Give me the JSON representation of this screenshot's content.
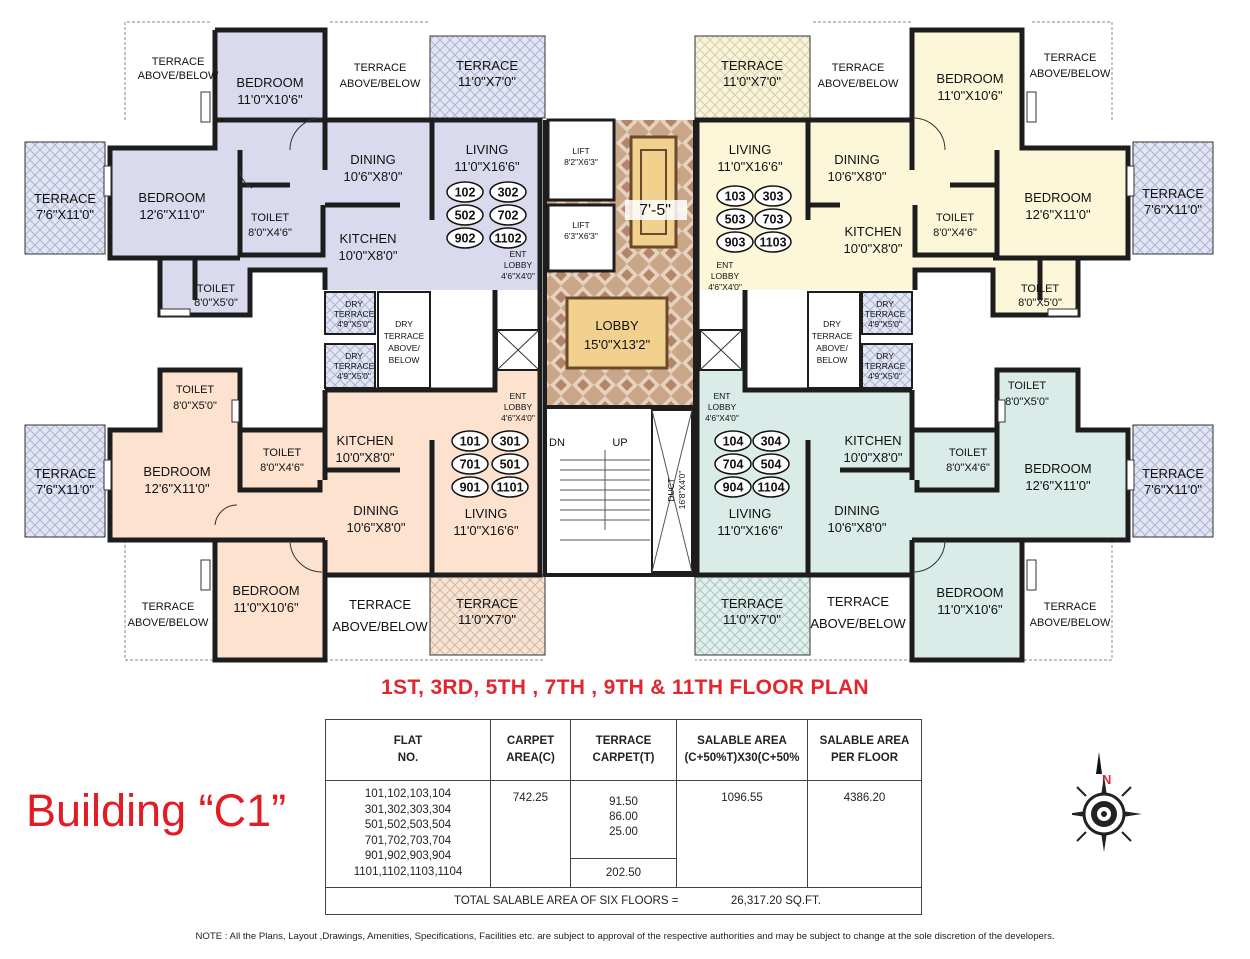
{
  "plan": {
    "colors": {
      "purple": "#dadaee",
      "peach": "#fce2cf",
      "yellow": "#fdf7d9",
      "mint": "#d9ece8",
      "lobby": "#c7a082",
      "terrace_hatch": "#cfd3ea",
      "wall": "#1d1d1d"
    },
    "labels": {
      "tl_terrace_above": "TERRACE ABOVE/BELOW",
      "tl_bedroom1": "BEDROOM",
      "tl_bedroom1_dim": "11'0\"X10'6\"",
      "tl_terrace_above2": "TERRACE ABOVE/BELOW",
      "tl_terrace_top": "TERRACE",
      "tl_terrace_top_dim": "11'0\"X7'0\"",
      "tl_terrace_left": "TERRACE",
      "tl_terrace_left_dim": "7'6\"X11'0\"",
      "tl_bedroom2": "BEDROOM",
      "tl_bedroom2_dim": "12'6\"X11'0\"",
      "tl_dining": "DINING",
      "tl_dining_dim": "10'6\"X8'0\"",
      "tl_living": "LIVING",
      "tl_living_dim": "11'0\"X16'6\"",
      "tl_toilet1": "TOILET",
      "tl_toilet1_dim": "8'0\"X4'6\"",
      "tl_kitchen": "KITCHEN",
      "tl_kitchen_dim": "10'0\"X8'0\"",
      "tl_toilet2": "TOILET",
      "tl_toilet2_dim": "8'0\"X5'0\"",
      "tl_ent": "ENT",
      "tl_lobby": "LOBBY",
      "tl_lobby_dim": "4'6\"X4'0\"",
      "lift1": "LIFT",
      "lift1_dim": "8'2\"X6'3\"",
      "lift2": "LIFT",
      "lift2_dim": "6'3\"X6'3\"",
      "core_dim": "7'-5\"",
      "lobby": "LOBBY",
      "lobby_dim": "15'0\"X13'2\"",
      "dn": "DN",
      "up": "UP",
      "duct": "DUCT",
      "duct_dim": "16'8\"X4'0\"",
      "dry_terrace": "DRY TERRACE",
      "dry_terrace_dim": "4'9\"X5'0\"",
      "dry_terrace_above": "DRY TERRACE ABOVE/ BELOW",
      "tr_terrace_top": "TERRACE",
      "tr_terrace_top_dim": "11'0\"X7'0\"",
      "tr_terrace_above": "TERRACE ABOVE/BELOW",
      "tr_bedroom1": "BEDROOM",
      "tr_bedroom1_dim": "11'0\"X10'6\"",
      "tr_terrace_above2": "TERRACE ABOVE/BELOW",
      "tr_living": "LIVING",
      "tr_living_dim": "11'0\"X16'6\"",
      "tr_dining": "DINING",
      "tr_dining_dim": "10'6\"X8'0\"",
      "tr_bedroom2": "BEDROOM",
      "tr_bedroom2_dim": "12'6\"X11'0\"",
      "tr_terrace_right": "TERRACE",
      "tr_terrace_right_dim": "7'6\"X11'0\"",
      "tr_toilet1": "TOILET",
      "tr_toilet1_dim": "8'0\"X4'6\"",
      "tr_kitchen": "KITCHEN",
      "tr_kitchen_dim": "10'0\"X8'0\"",
      "tr_toilet2": "TOILET",
      "tr_toilet2_dim": "8'0\"X5'0\"",
      "bl_toilet1": "TOILET",
      "bl_toilet1_dim": "8'0\"X5'0\"",
      "bl_kitchen": "KITCHEN",
      "bl_kitchen_dim": "10'0\"X8'0\"",
      "bl_terrace_left": "TERRACE",
      "bl_terrace_left_dim": "7'6\"X11'0\"",
      "bl_bedroom": "BEDROOM",
      "bl_bedroom_dim": "12'6\"X11'0\"",
      "bl_toilet2": "TOILET",
      "bl_toilet2_dim": "8'0\"X4'6\"",
      "bl_dining": "DINING",
      "bl_dining_dim": "10'6\"X8'0\"",
      "bl_living": "LIVING",
      "bl_living_dim": "11'0\"X16'6\"",
      "bl_bedroom2": "BEDROOM",
      "bl_bedroom2_dim": "11'0\"X10'6\"",
      "bl_terrace_above": "TERRACE ABOVE/BELOW",
      "bl_terrace_above2": "TERRACE ABOVE/BELOW",
      "bl_terrace_bottom": "TERRACE",
      "bl_terrace_bottom_dim": "11'0\"X7'0\"",
      "br_toilet1": "TOILET",
      "br_toilet1_dim": "8'0\"X5'0\"",
      "br_kitchen": "KITCHEN",
      "br_kitchen_dim": "10'0\"X8'0\"",
      "br_toilet2": "TOILET",
      "br_toilet2_dim": "8'0\"X4'6\"",
      "br_bedroom": "BEDROOM",
      "br_bedroom_dim": "12'6\"X11'0\"",
      "br_terrace_right": "TERRACE",
      "br_terrace_right_dim": "7'6\"X11'0\"",
      "br_living": "LIVING",
      "br_living_dim": "11'0\"X16'6\"",
      "br_dining": "DINING",
      "br_dining_dim": "10'6\"X8'0\"",
      "br_terrace_bottom": "TERRACE",
      "br_terrace_bottom_dim": "11'0\"X7'0\"",
      "br_terrace_above": "TERRACE ABOVE/BELOW",
      "br_bedroom2": "BEDROOM",
      "br_bedroom2_dim": "11'0\"X10'6\"",
      "br_terrace_above2": "TERRACE ABOVE/BELOW"
    },
    "flats_tl": [
      "102",
      "302",
      "502",
      "702",
      "902",
      "1102"
    ],
    "flats_tr": [
      "103",
      "303",
      "503",
      "703",
      "903",
      "1103"
    ],
    "flats_bl": [
      "101",
      "301",
      "701",
      "501",
      "901",
      "1101"
    ],
    "flats_br": [
      "104",
      "304",
      "704",
      "504",
      "904",
      "1104"
    ]
  },
  "floor_title": "1ST, 3RD, 5TH , 7TH , 9TH & 11TH FLOOR PLAN",
  "building_label": "Building “C1”",
  "table": {
    "headers": [
      "FLAT NO.",
      "CARPET AREA(C)",
      "TERRACE CARPET(T)",
      "SALABLE AREA (C+50%T)X30(C+50%",
      "SALABLE AREA PER FLOOR"
    ],
    "flat_lines": [
      "101,102,103,104",
      "301,302,303,304",
      "501,502,503,504",
      "701,702,703,704",
      "901,902,903,904",
      "1101,1102,1103,1104"
    ],
    "carpet": "742.25",
    "terrace_values": [
      "91.50",
      "86.00",
      "25.00"
    ],
    "terrace_total": "202.50",
    "salable": "1096.55",
    "per_floor": "4386.20",
    "total_label": "TOTAL SALABLE AREA OF SIX FLOORS =",
    "total_value": "26,317.20 SQ.FT."
  },
  "compass_label": "N",
  "note": "NOTE : All the Plans, Layout ,Drawings, Amenities, Specifications, Facilities etc.  are  subject to approval  of the respective  authorities and may be subject to change at the sole discretion of the developers."
}
